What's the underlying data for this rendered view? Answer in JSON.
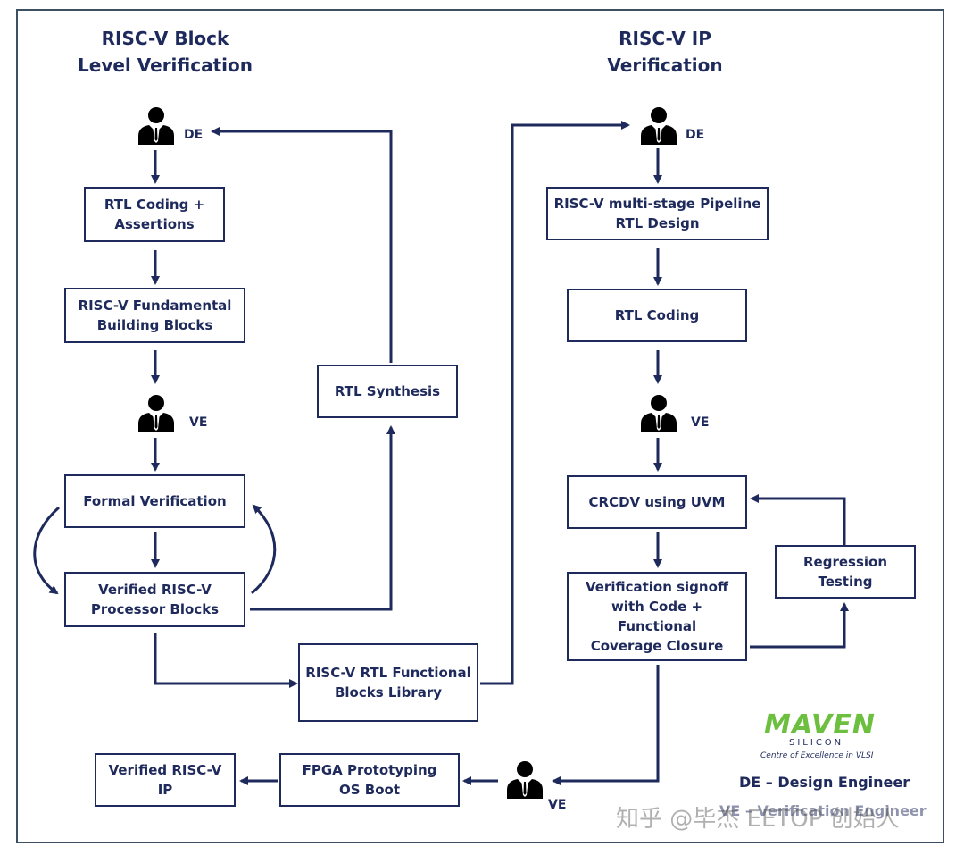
{
  "titles": {
    "left": "RISC-V Block\nLevel Verification",
    "right": "RISC-V  IP\nVerification"
  },
  "boxes": {
    "rtl_coding_assertions": "RTL Coding +\nAssertions",
    "fundamental_blocks": "RISC-V Fundamental\nBuilding Blocks",
    "formal_verification": "Formal Verification",
    "verified_processor_blocks": "Verified RISC-V\nProcessor Blocks",
    "rtl_synthesis": "RTL Synthesis",
    "functional_blocks_library": "RISC-V RTL Functional\nBlocks Library",
    "pipeline_rtl_design": "RISC-V multi-stage Pipeline\nRTL Design",
    "rtl_coding": "RTL Coding",
    "crcdv_uvm": "CRCDV using UVM",
    "regression_testing": "Regression\nTesting",
    "verification_signoff": "Verification signoff\nwith Code + Functional\nCoverage Closure",
    "fpga_prototyping": "FPGA Prototyping\nOS Boot",
    "verified_ip": "Verified RISC-V\nIP"
  },
  "roles": {
    "left_de": "DE",
    "left_ve": "VE",
    "right_de": "DE",
    "right_ve": "VE",
    "bottom_ve": "VE"
  },
  "logo": {
    "word": "MAVEN",
    "sub": "SILICON",
    "tagline": "Centre of Excellence in VLSI"
  },
  "legend": {
    "de": "DE – Design Engineer",
    "ve": "VE – Verification Engineer"
  },
  "watermark": "知乎 @毕杰 EETOP 创始人",
  "colors": {
    "primary": "#1f2a5c",
    "border": "#3d4f63",
    "logo_green": "#6dbf3f"
  },
  "icons": [
    "person-icon"
  ]
}
